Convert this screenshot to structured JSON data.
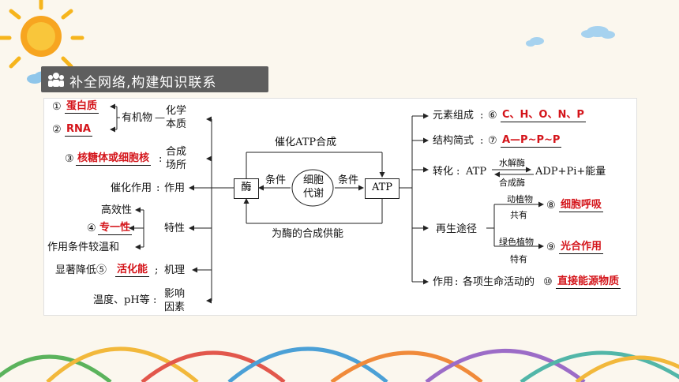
{
  "header": {
    "title": "补全网络,构建知识联系"
  },
  "center": {
    "enzyme": "酶",
    "atp": "ATP",
    "metabolism_line1": "细胞",
    "metabolism_line2": "代谢",
    "condition": "条件",
    "top_label": "催化ATP合成",
    "bottom_label": "为酶的合成供能"
  },
  "left": {
    "blank1_num": "①",
    "blank1": "蛋白质",
    "blank2_num": "②",
    "blank2": "RNA",
    "organic": "有机物",
    "chem1": "化学",
    "chem2": "本质",
    "blank3_num": "③",
    "blank3": "核糖体或细胞核",
    "site1": "合成",
    "site2": "场所",
    "catalysis": "催化作用",
    "function": "作用",
    "efficiency": "高效性",
    "blank4_num": "④",
    "blank4": "专一性",
    "mild": "作用条件较温和",
    "property": "特性",
    "reduce": "显著降低⑤",
    "blank5": "活化能",
    "mechanism": "机理",
    "temp": "温度、pH等",
    "factor1": "影响",
    "factor2": "因素"
  },
  "right": {
    "element": "元素组成",
    "blank6_num": "⑥",
    "blank6": "C、H、O、N、P",
    "structure": "结构简式",
    "blank7_num": "⑦",
    "blank7": "A—P~P~P",
    "conversion": "转化",
    "conv_left": "ATP",
    "conv_top": "水解酶",
    "conv_bottom": "合成酶",
    "conv_right": "ADP+Pi+能量",
    "regen": "再生途径",
    "animal_plant": "动植物",
    "common": "共有",
    "blank8_num": "⑧",
    "blank8": "细胞呼吸",
    "green_plant": "绿色植物",
    "unique": "特有",
    "blank9_num": "⑨",
    "blank9": "光合作用",
    "role": "作用",
    "role_text": "各项生命活动的",
    "blank10_num": "⑩",
    "blank10": "直接能源物质"
  },
  "colors": {
    "answer": "#d4141a",
    "header": "#5e5e5e"
  }
}
